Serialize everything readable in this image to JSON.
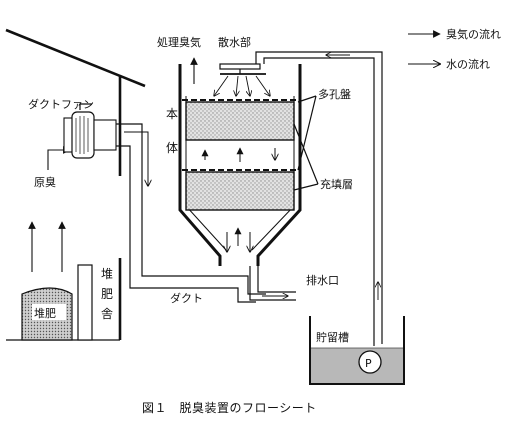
{
  "labels": {
    "treated_air": "処理臭気",
    "sprinkler": "散水部",
    "perforated_plate": "多孔盤",
    "duct_fan": "ダクトファン",
    "raw_odor": "原臭",
    "body_char1": "本",
    "body_char2": "体",
    "packing_layer": "充填層",
    "compost_house_char1": "堆",
    "compost_house_char2": "肥",
    "compost_house_char3": "舎",
    "compost": "堆肥",
    "duct": "ダクト",
    "drain": "排水口",
    "tank": "貯留槽",
    "pump": "P"
  },
  "legend": {
    "odor_flow": "臭気の流れ",
    "water_flow": "水の流れ"
  },
  "caption": "図１　脱臭装置のフローシート",
  "colors": {
    "ink": "#111111",
    "shade": "#bdbdbd",
    "packing_fill": "#d9d9d9",
    "water": "#b8b8b8"
  }
}
